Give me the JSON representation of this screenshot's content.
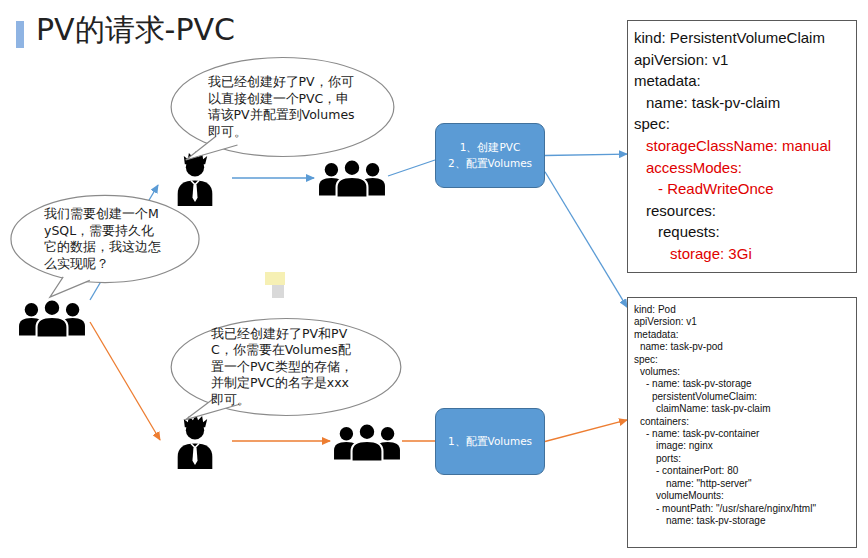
{
  "diagram": {
    "title": "PV的请求-PVC",
    "nodes": [
      {
        "text": [
          "我们需要创建一个MySQL，需要持久化它的数据，我这边怎么实现呢？"
        ]
      },
      {
        "text": [
          "我已经创建好了PV，你可以直接创建一个PVC，申请该PV并配置到Volumes即可。"
        ]
      },
      {
        "text": [
          "1、创建PVC",
          "2、配置Volumes"
        ]
      },
      {
        "text": [
          "kind: PersistentVolumeClaim",
          "apiVersion: v1",
          "metadata:",
          "name: task-pv-claim",
          "spec:",
          "storageClassName: manual",
          "accessModes:",
          "- ReadWriteOnce",
          "resources:",
          "requests:",
          "storage: 3Gi"
        ]
      },
      {
        "text": [
          "我已经创建好了PV和PVC，你需要在Volumes配置一个PVC类型的存储，并制定PVC的名字是xxx即可。"
        ]
      },
      {
        "text": [
          "1、配置Volumes"
        ]
      },
      {
        "text": [
          "kind: Pod",
          "apiVersion: v1",
          "metadata:",
          "name: task-pv-pod",
          "spec:",
          "volumes:",
          "- name: task-pv-storage",
          "persistentVolumeClaim:",
          "claimName: task-pv-claim",
          "containers:",
          "- name: task-pv-container",
          "image: nginx",
          "ports:",
          "- containerPort: 80",
          "name: \"http-server\"",
          "volumeMounts:",
          "- mountPath: \"/usr/share/nginx/html\"",
          "name: task-pv-storage"
        ]
      }
    ],
    "edges": [
      {
        "from": 2,
        "to": 3,
        "arrow": "to"
      },
      {
        "from": 2,
        "to": 6,
        "arrow": "to"
      },
      {
        "from": 5,
        "to": 6,
        "arrow": "to"
      }
    ]
  }
}
